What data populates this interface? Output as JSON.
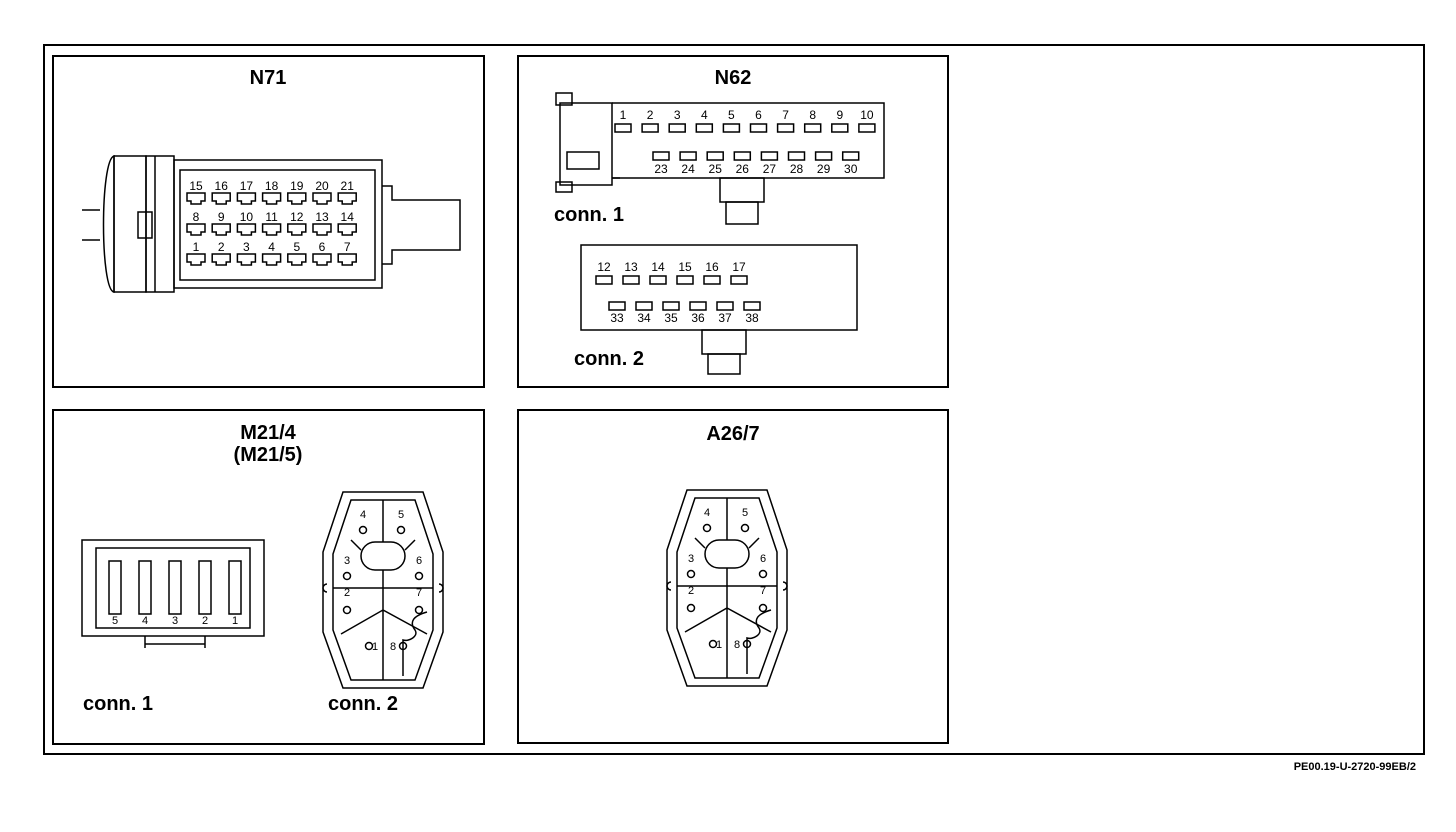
{
  "panels": {
    "n71": {
      "title": "N71",
      "top_pins": [
        "15",
        "16",
        "17",
        "18",
        "19",
        "20",
        "21"
      ],
      "mid_pins": [
        "8",
        "9",
        "10",
        "11",
        "12",
        "13",
        "14"
      ],
      "bot_pins": [
        "1",
        "2",
        "3",
        "4",
        "5",
        "6",
        "7"
      ]
    },
    "n62": {
      "title": "N62",
      "conn1": {
        "label": "conn. 1",
        "top_pins": [
          "1",
          "2",
          "3",
          "4",
          "5",
          "6",
          "7",
          "8",
          "9",
          "10"
        ],
        "bot_pins": [
          "23",
          "24",
          "25",
          "26",
          "27",
          "28",
          "29",
          "30"
        ]
      },
      "conn2": {
        "label": "conn. 2",
        "top_pins": [
          "12",
          "13",
          "14",
          "15",
          "16",
          "17"
        ],
        "bot_pins": [
          "33",
          "34",
          "35",
          "36",
          "37",
          "38"
        ]
      }
    },
    "m21": {
      "title": "M21/4",
      "subtitle": "(M21/5)",
      "conn1": {
        "label": "conn. 1",
        "pins": [
          "5",
          "4",
          "3",
          "2",
          "1"
        ]
      },
      "conn2": {
        "label": "conn. 2",
        "pins": [
          "4",
          "5",
          "3",
          "6",
          "2",
          "7",
          "1",
          "8"
        ]
      }
    },
    "a26": {
      "title": "A26/7",
      "pins": [
        "4",
        "5",
        "3",
        "6",
        "2",
        "7",
        "1",
        "8"
      ]
    }
  },
  "reference_code": "PE00.19-U-2720-99EB/2"
}
